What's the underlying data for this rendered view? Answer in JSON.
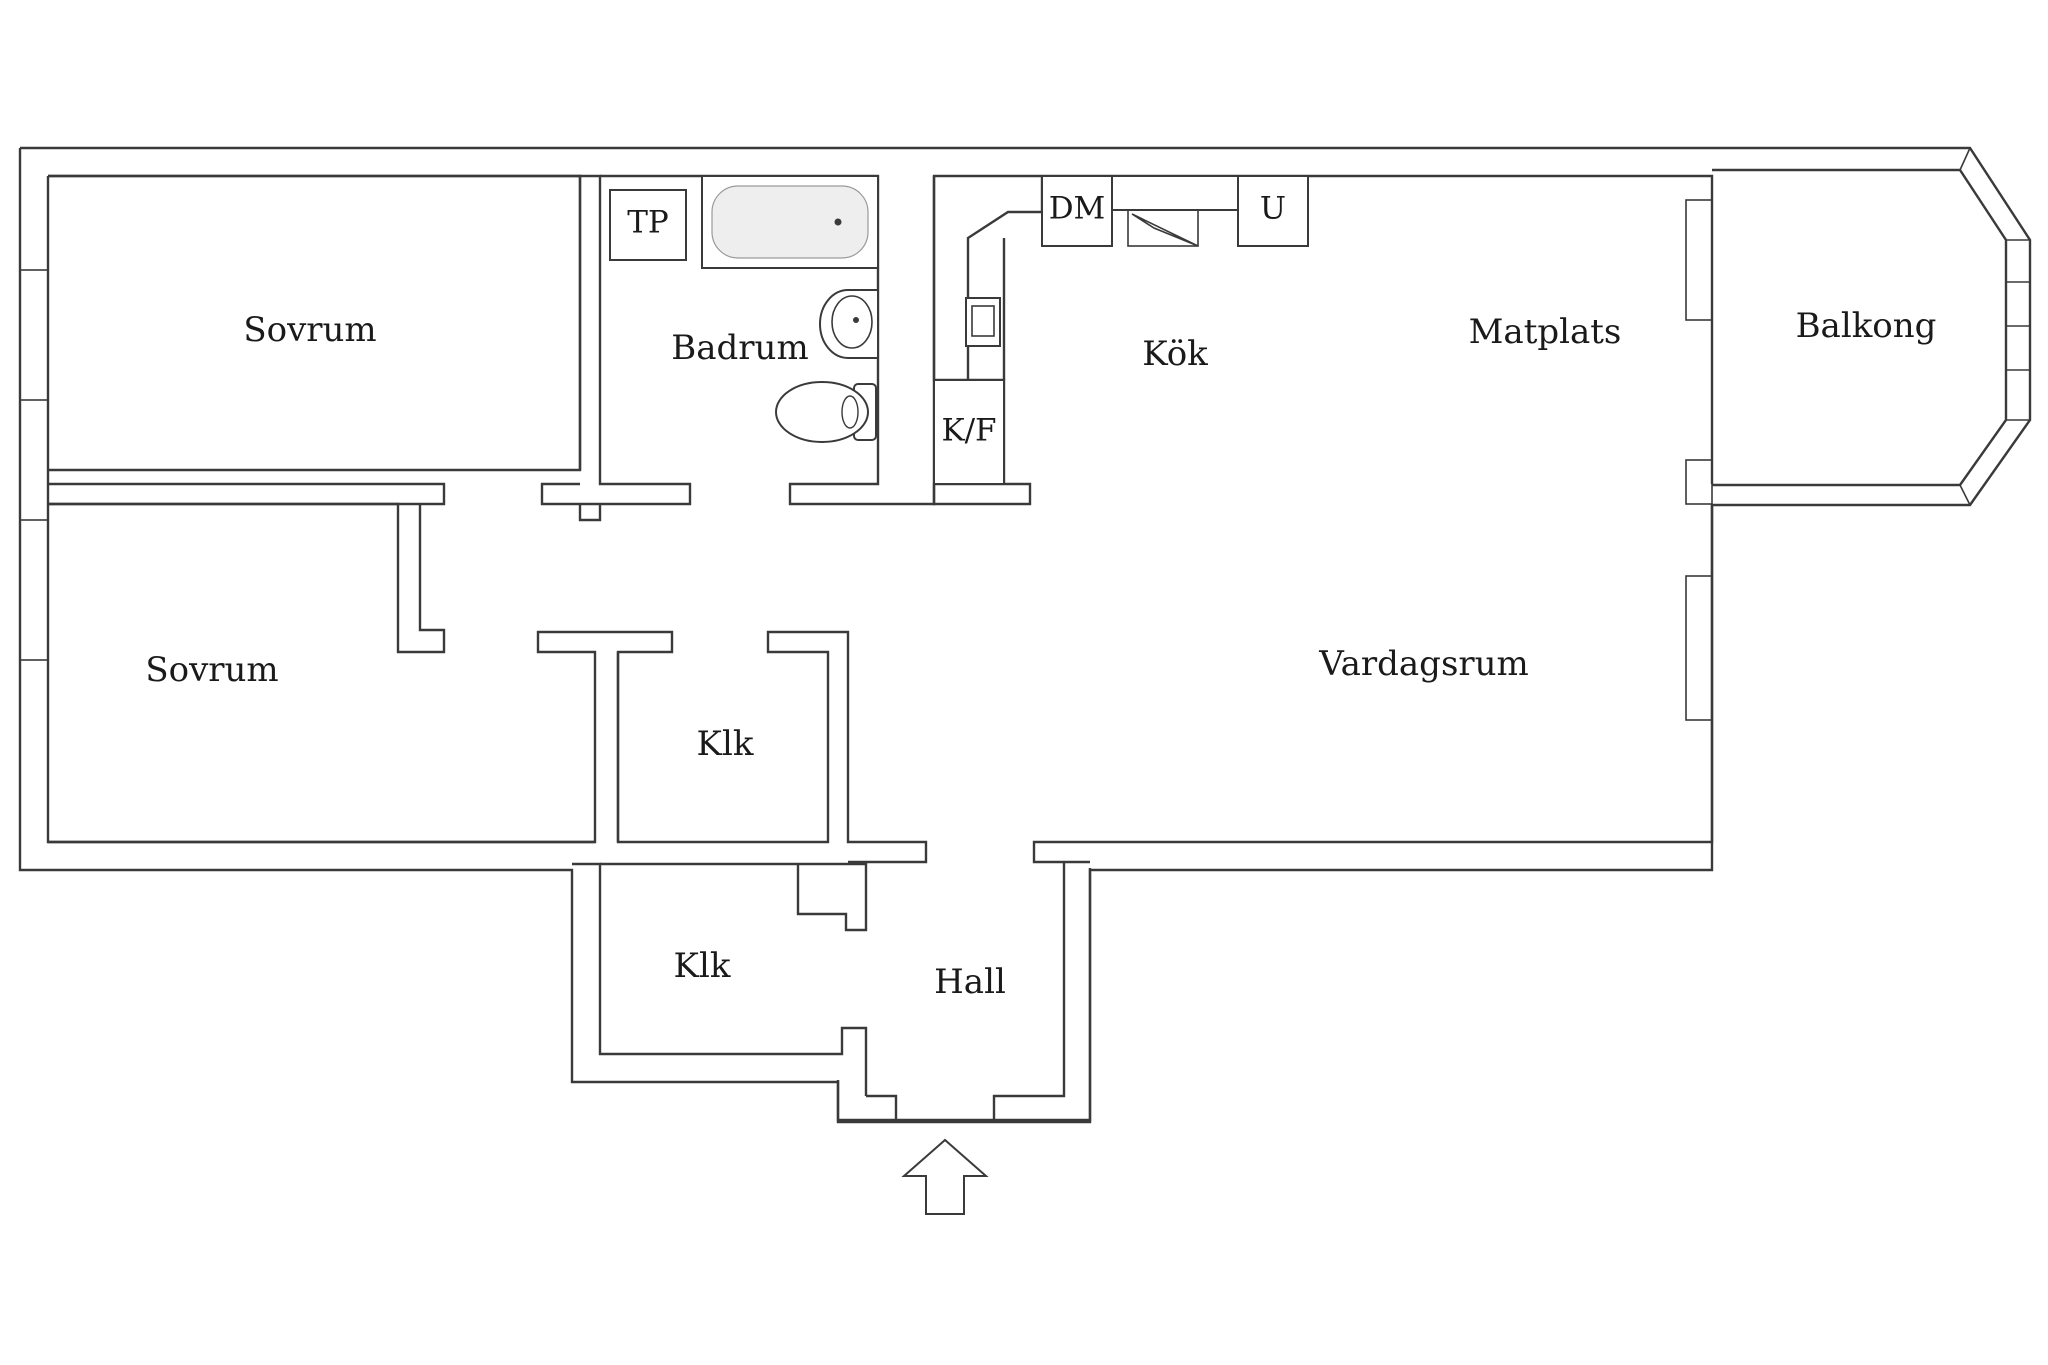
{
  "rooms": {
    "sovrum_top": "Sovrum",
    "sovrum_bottom": "Sovrum",
    "badrum": "Badrum",
    "kok": "Kök",
    "matplats": "Matplats",
    "balkong": "Balkong",
    "vardagsrum": "Vardagsrum",
    "klk_top": "Klk",
    "klk_bottom": "Klk",
    "hall": "Hall"
  },
  "fixtures": {
    "tp": "TP",
    "dm": "DM",
    "u": "U",
    "kf": "K/F"
  },
  "icons": {
    "entrance": "entrance-arrow-icon",
    "bathtub": "bathtub-icon",
    "sink": "sink-icon",
    "toilet": "toilet-icon"
  }
}
